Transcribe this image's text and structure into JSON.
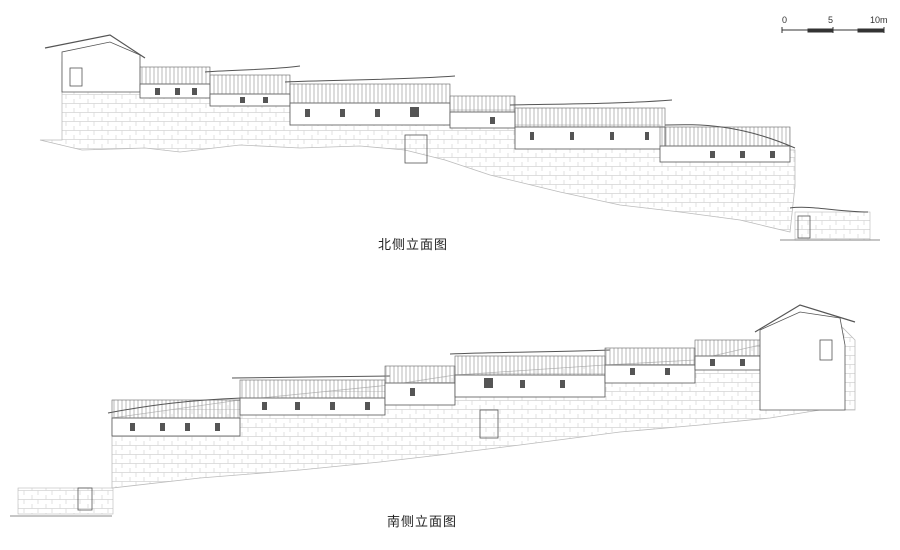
{
  "scale_bar": {
    "ticks": [
      "0",
      "5",
      "10m"
    ]
  },
  "elevations": {
    "north": {
      "title": "北侧立面图"
    },
    "south": {
      "title": "南侧立面图"
    }
  },
  "colors": {
    "line": "#555555",
    "stone": "#cfcfcf",
    "roof": "#8a8a8a",
    "window": "#555555"
  }
}
